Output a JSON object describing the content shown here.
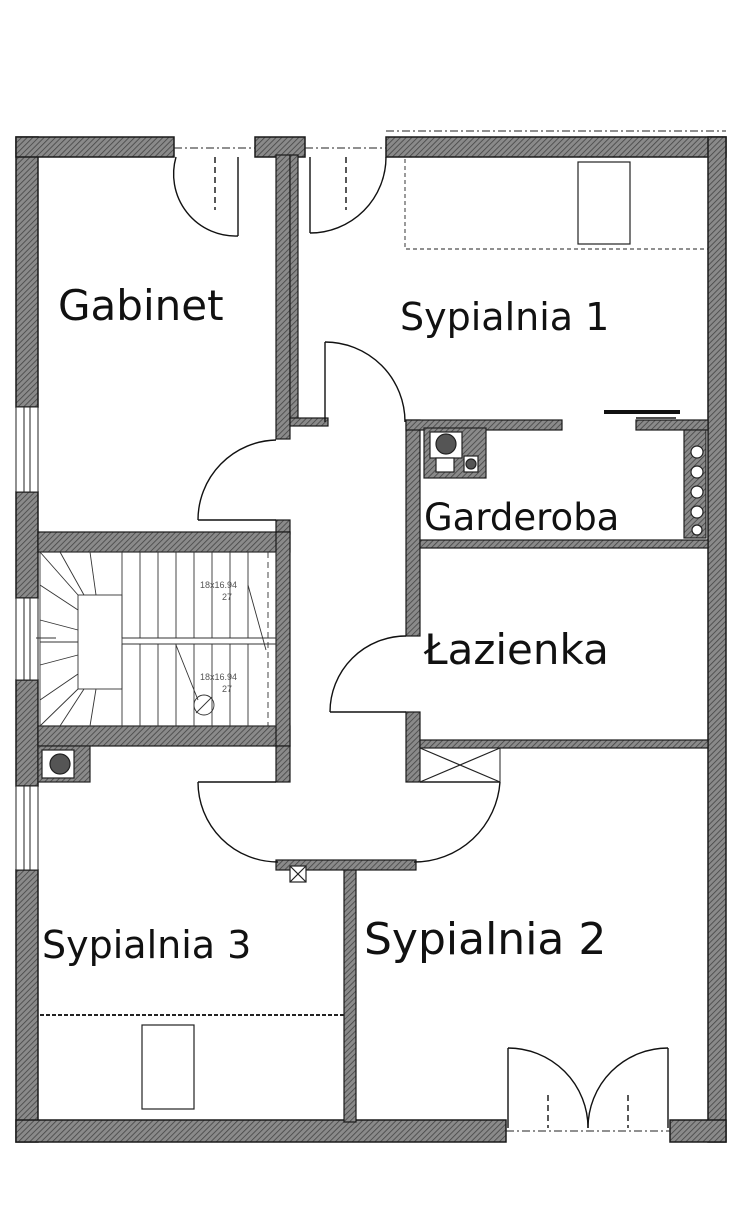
{
  "rooms": {
    "gabinet": "Gabinet",
    "sypialnia_1": "Sypialnia 1",
    "garderoba": "Garderoba",
    "lazienka": "Łazienka",
    "sypialnia_2": "Sypialnia 2",
    "sypialnia_3": "Sypialnia 3"
  },
  "stairs": {
    "note_upper_line1": "18x16.94",
    "note_upper_line2": "27",
    "note_lower_line1": "18x16.94",
    "note_lower_line2": "27"
  },
  "colors": {
    "wall": "#6e6e6e",
    "wall_outline": "#1a1a1a",
    "line": "#111111",
    "background": "#ffffff"
  }
}
